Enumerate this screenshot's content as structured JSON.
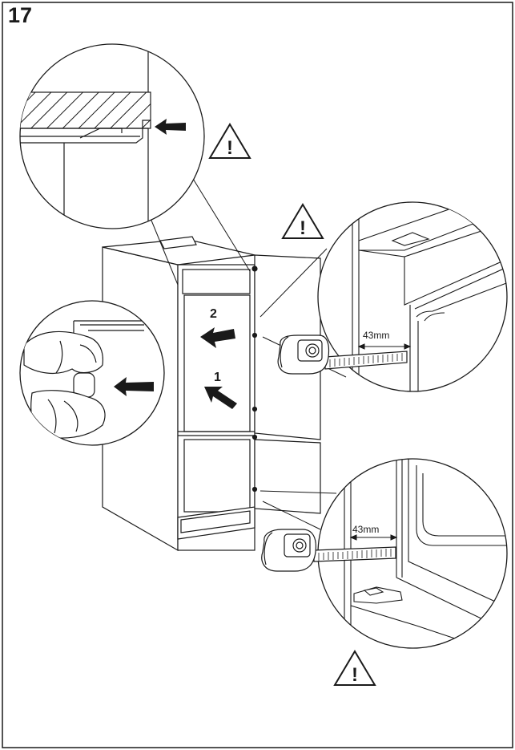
{
  "figure": {
    "step_number": "17",
    "arrow_labels": {
      "first": "1",
      "second": "2"
    },
    "measurement_upper": "43mm",
    "measurement_lower": "43mm",
    "warning_mark": "!"
  },
  "colors": {
    "line": "#1a1a1a",
    "background": "#ffffff"
  },
  "icons": [
    "warning-triangle-icon",
    "tape-measure-icon",
    "arrow-icon",
    "hand-icon"
  ]
}
